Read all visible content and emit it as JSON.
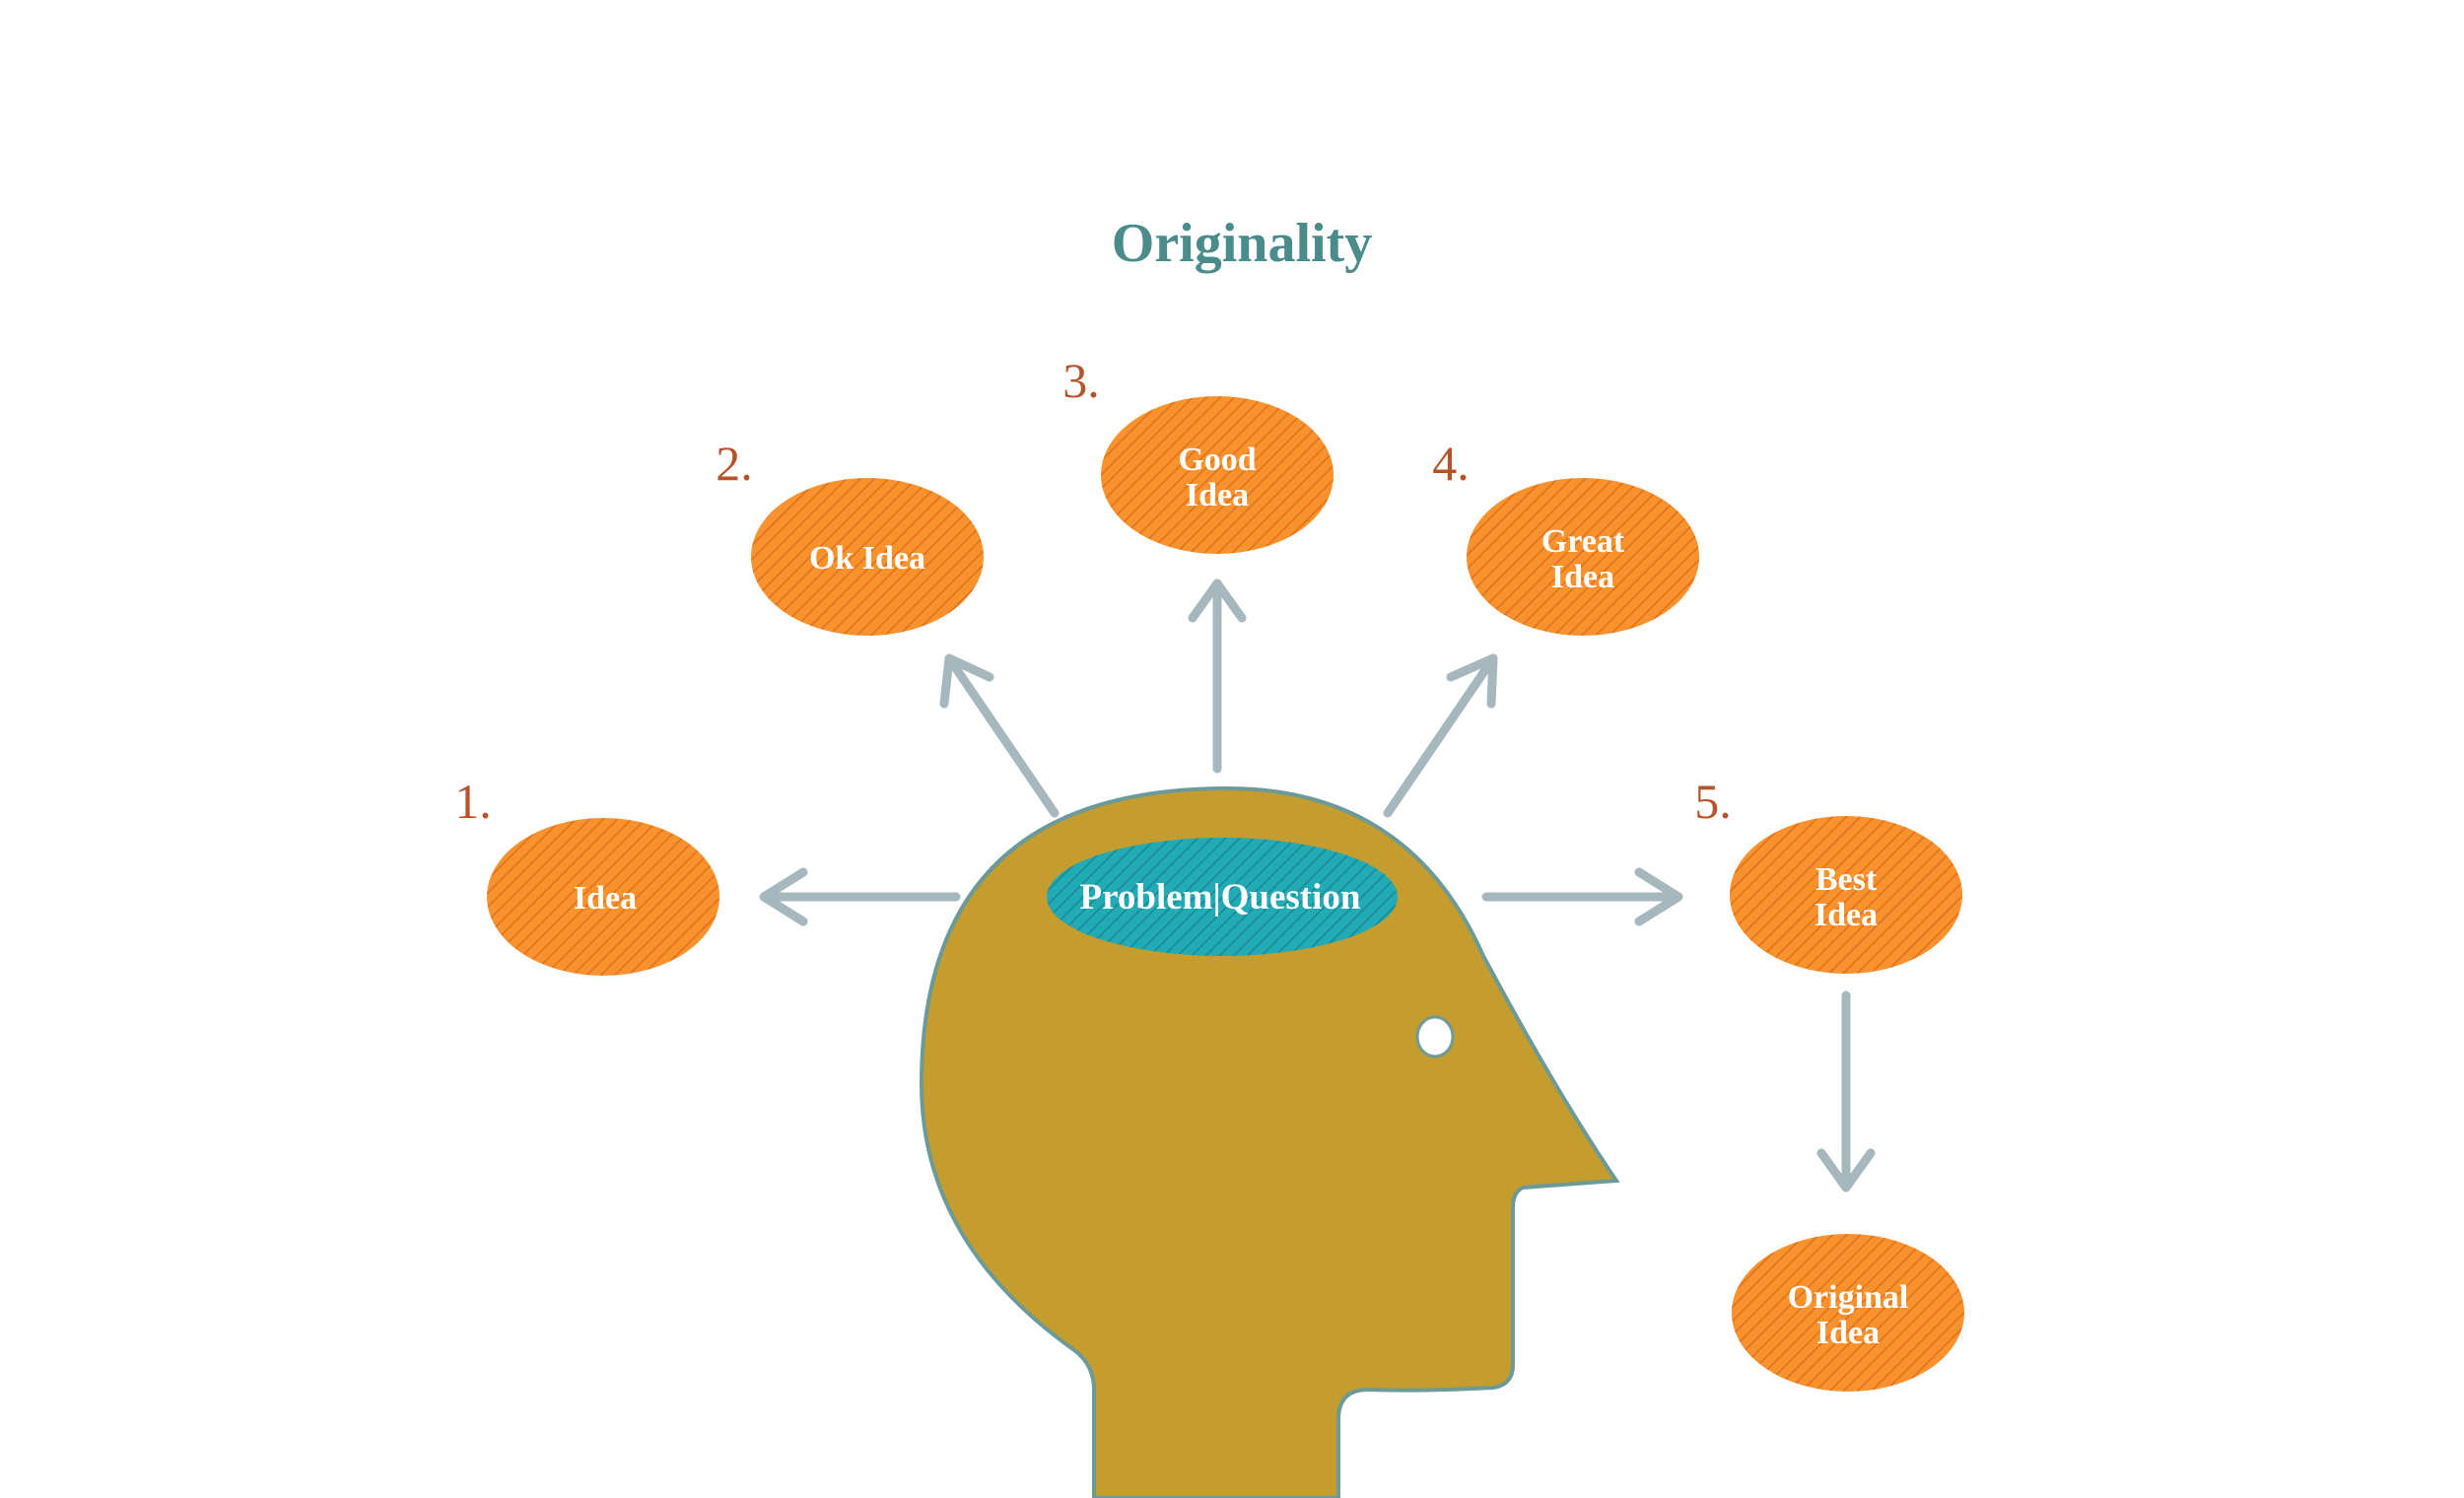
{
  "title": "Originality",
  "center_label": "Problem|Question",
  "colors": {
    "title": "#4a8c8c",
    "number": "#b5532a",
    "node_fill": "#f7922c",
    "node_hatch": "#e26d1f",
    "center_fill": "#22aab5",
    "center_hatch": "#178892",
    "head_fill": "#c49d2e",
    "head_outline": "#6b9a98",
    "arrow": "#a6b7be",
    "node_text": "#ffffff"
  },
  "ideas": [
    {
      "number": "1.",
      "lines": [
        "Idea"
      ]
    },
    {
      "number": "2.",
      "lines": [
        "Ok Idea"
      ]
    },
    {
      "number": "3.",
      "lines": [
        "Good",
        "Idea"
      ]
    },
    {
      "number": "4.",
      "lines": [
        "Great",
        "Idea"
      ]
    },
    {
      "number": "5.",
      "lines": [
        "Best",
        "Idea"
      ]
    },
    {
      "number": "",
      "lines": [
        "Original",
        "Idea"
      ]
    }
  ]
}
